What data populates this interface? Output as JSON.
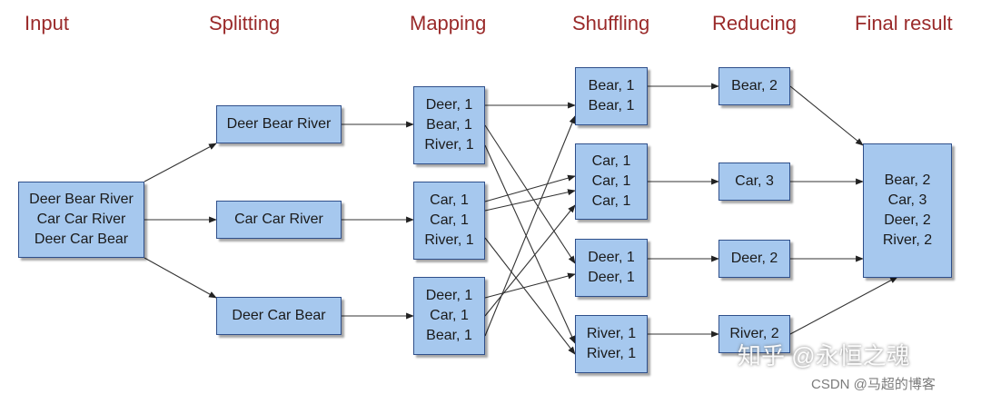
{
  "stages": {
    "input": "Input",
    "splitting": "Splitting",
    "mapping": "Mapping",
    "shuffling": "Shuffling",
    "reducing": "Reducing",
    "final": "Final result"
  },
  "input_box": [
    "Deer Bear River",
    "Car Car River",
    "Deer Car Bear"
  ],
  "split": [
    "Deer Bear River",
    "Car Car River",
    "Deer Car Bear"
  ],
  "map": [
    [
      "Deer, 1",
      "Bear, 1",
      "River, 1"
    ],
    [
      "Car, 1",
      "Car, 1",
      "River, 1"
    ],
    [
      "Deer, 1",
      "Car, 1",
      "Bear, 1"
    ]
  ],
  "shuffle": [
    [
      "Bear, 1",
      "Bear, 1"
    ],
    [
      "Car, 1",
      "Car, 1",
      "Car, 1"
    ],
    [
      "Deer, 1",
      "Deer, 1"
    ],
    [
      "River, 1",
      "River, 1"
    ]
  ],
  "reduce": [
    "Bear, 2",
    "Car, 3",
    "Deer, 2",
    "River, 2"
  ],
  "final_box": [
    "Bear, 2",
    "Car, 3",
    "Deer, 2",
    "River, 2"
  ],
  "watermark": {
    "main": "知乎 @永恒之魂",
    "sub": "CSDN @马超的博客"
  }
}
